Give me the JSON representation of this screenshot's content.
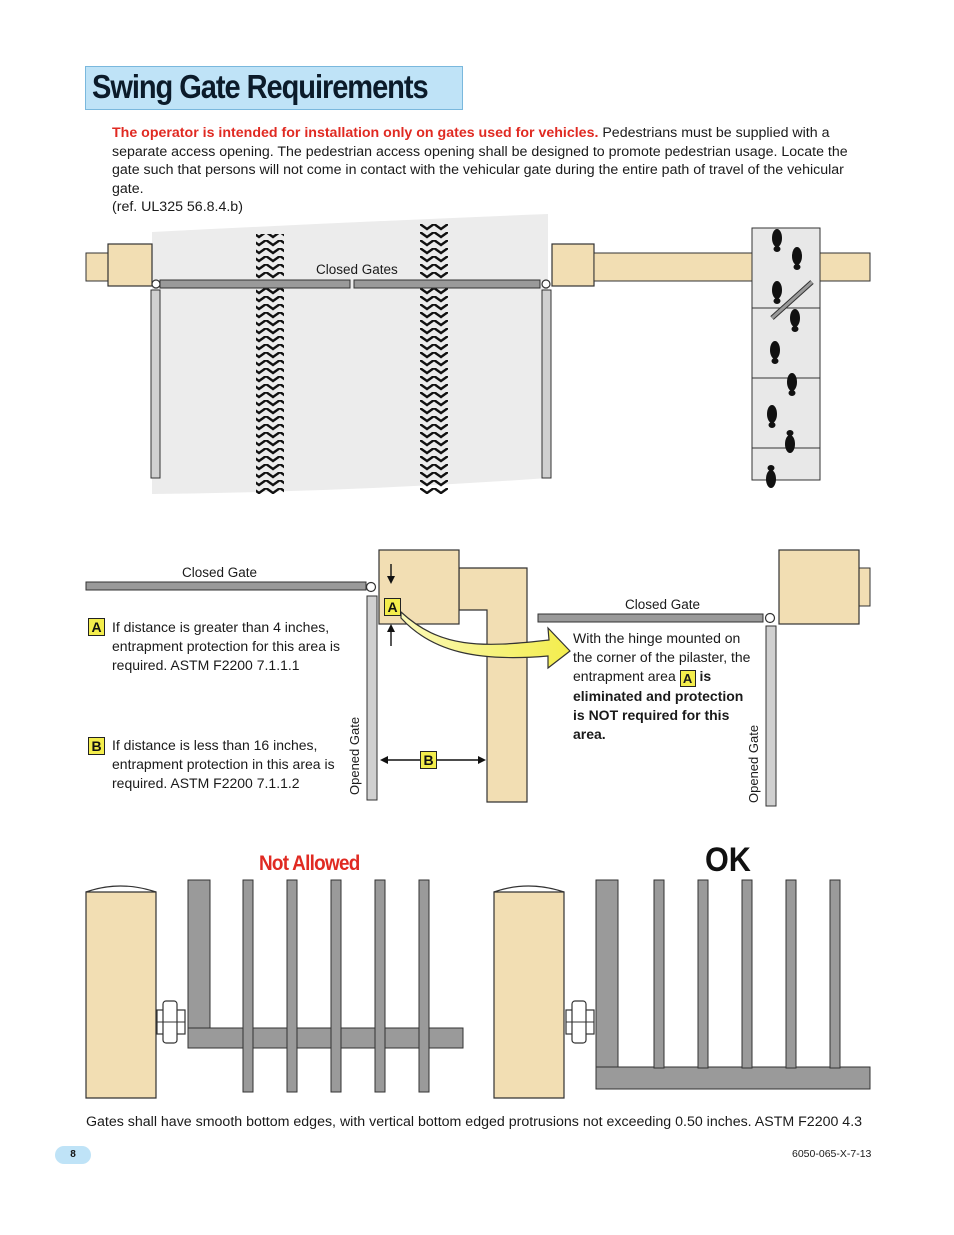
{
  "header": {
    "title": "Swing Gate Requirements"
  },
  "intro": {
    "warning": "The operator is intended for installation only on gates used for vehicles.",
    "body": " Pedestrians must be supplied with a separate access opening. The pedestrian access opening shall be designed to promote pedestrian usage. Locate the gate such that persons will not come in contact with the vehicular gate during the entire path of travel of the vehicular gate.",
    "reference": "(ref. UL325 56.8.4.b)"
  },
  "top_diagram": {
    "closed_gates_label": "Closed Gates"
  },
  "middle_diagram": {
    "closed_gate_left": "Closed Gate",
    "closed_gate_right": "Closed Gate",
    "opened_gate_left": "Opened Gate",
    "opened_gate_right": "Opened Gate",
    "badge_a": "A",
    "badge_b": "B",
    "note_a": "If distance is greater than 4 inches, entrapment protection for this area is required. ASTM F2200 7.1.1.1",
    "note_b": "If distance is less than 16 inches, entrapment protection in this area is required. ASTM F2200 7.1.1.2",
    "hinge_note_lead": "With the hinge mounted on the corner of the pilaster, the entrapment area ",
    "hinge_note_bold_1": "is",
    "hinge_note_bold_2": "eliminated and protection is NOT required for this area."
  },
  "bottom_diagram": {
    "not_allowed_label": "Not Allowed",
    "ok_label": "OK"
  },
  "footer": {
    "note": "Gates shall have smooth bottom edges, with vertical bottom edged protrusions not exceeding 0.50 inches. ASTM F2200 4.3",
    "page_number": "8",
    "doc_code": "6050-065-X-7-13"
  },
  "colors": {
    "pilaster": "#f2deb3",
    "gate": "#9a9a9a",
    "title_bg": "#bfe3f7",
    "warning_red": "#e02a22",
    "badge_yellow": "#f3ed4c"
  }
}
